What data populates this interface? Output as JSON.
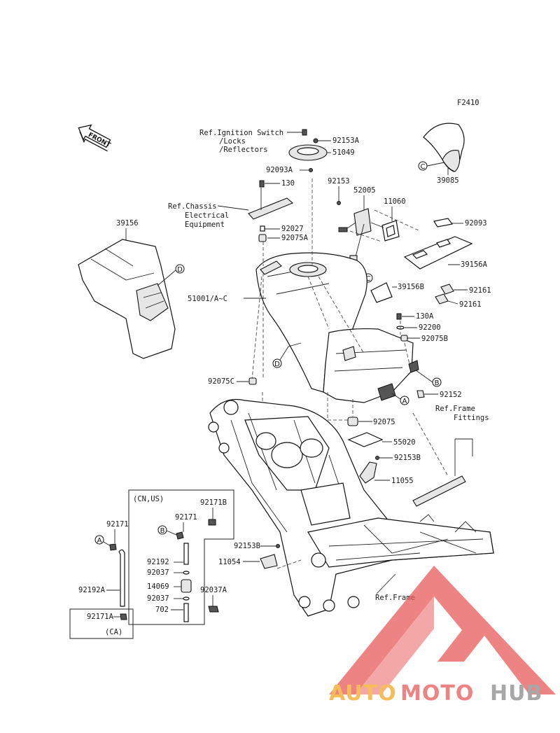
{
  "figure_code": "F2410",
  "front_label": "FRONT",
  "labels": {
    "p_ignition_ref": "Ref.Ignition Switch",
    "p_locks": "/Locks",
    "p_reflectors": "/Reflectors",
    "p_92153A": "92153A",
    "p_51049": "51049",
    "p_92093A": "92093A",
    "p_130": "130",
    "p_chassis_ref": "Ref.Chassis",
    "p_electrical": "Electrical",
    "p_equipment": "Equipment",
    "p_92027": "92027",
    "p_92075A": "92075A",
    "p_39156": "39156",
    "p_92153": "92153",
    "p_52005": "52005",
    "p_11060": "11060",
    "p_92093": "92093",
    "p_39156A": "39156A",
    "p_39156B": "39156B",
    "p_92161a": "92161",
    "p_92161b": "92161",
    "p_51001": "51001/A~C",
    "p_130A": "130A",
    "p_92200": "92200",
    "p_92075B": "92075B",
    "p_92075C": "92075C",
    "p_92152": "92152",
    "p_frame_fittings_ref": "Ref.Frame",
    "p_fittings": "Fittings",
    "p_92075": "92075",
    "p_55020": "55020",
    "p_92153B_a": "92153B",
    "p_11055": "11055",
    "p_39085": "39085",
    "p_cn_us": "(CN,US)",
    "p_92171B": "92171B",
    "p_92171_a": "92171",
    "p_92171_b": "92171",
    "p_92192": "92192",
    "p_92037_a": "92037",
    "p_14069": "14069",
    "p_92037_b": "92037",
    "p_702": "702",
    "p_92037A": "92037A",
    "p_92153B_b": "92153B",
    "p_11054": "11054",
    "p_92192A": "92192A",
    "p_92171A": "92171A",
    "p_ca": "(CA)",
    "p_frame_ref": "Ref.Frame"
  },
  "callouts": {
    "c1": "C",
    "c2": "C",
    "d1": "D",
    "d2": "D",
    "b1": "B",
    "b2": "B",
    "a1": "A",
    "a2": "A"
  },
  "watermark": {
    "part1": "AUTO",
    "part2": "MOTO",
    "part3": "HUB",
    "color1": "#f5a623",
    "color2": "#e85a5a",
    "color3": "#8a8a8a"
  }
}
